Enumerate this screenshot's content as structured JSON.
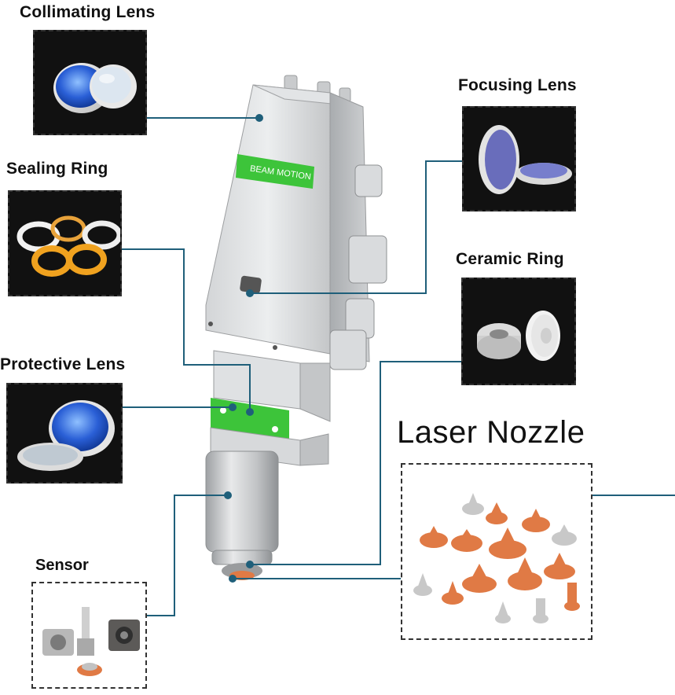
{
  "labels": {
    "collimating": "Collimating Lens",
    "sealing": "Sealing Ring",
    "protective": "Protective Lens",
    "sensor": "Sensor",
    "focusing": "Focusing Lens",
    "ceramic": "Ceramic Ring",
    "nozzle": "Laser Nozzle"
  },
  "head": {
    "brand": "BEAM MOTION"
  },
  "colors": {
    "leader": "#1f5f7a",
    "label_green": "#3dc43a",
    "copper": "#e07a45"
  }
}
